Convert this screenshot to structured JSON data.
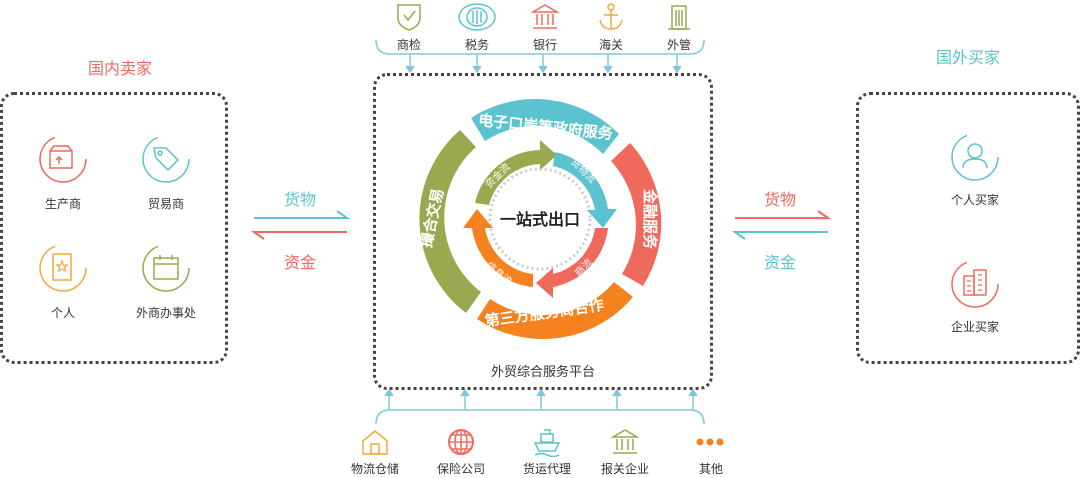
{
  "left": {
    "title": "国内卖家",
    "items": [
      {
        "label": "生产商",
        "icon": "shop-box-icon",
        "color": "#ef6a5c"
      },
      {
        "label": "贸易商",
        "icon": "tag-icon",
        "color": "#5bc3d0"
      },
      {
        "label": "个人",
        "icon": "document-star-icon",
        "color": "#f2a93b"
      },
      {
        "label": "外商办事处",
        "icon": "calendar-icon",
        "color": "#9aa84f"
      }
    ]
  },
  "right": {
    "title": "国外买家",
    "items": [
      {
        "label": "个人买家",
        "icon": "person-icon",
        "color": "#5bc3d0"
      },
      {
        "label": "企业买家",
        "icon": "buildings-icon",
        "color": "#ef6a5c"
      }
    ]
  },
  "top_agencies": [
    {
      "label": "商检",
      "icon": "shield-icon",
      "color": "#9aa84f"
    },
    {
      "label": "税务",
      "icon": "tax-emblem-icon",
      "color": "#5bc3d0"
    },
    {
      "label": "银行",
      "icon": "bank-icon",
      "color": "#ef6a5c"
    },
    {
      "label": "海关",
      "icon": "anchor-icon",
      "color": "#f2a93b"
    },
    {
      "label": "外管",
      "icon": "building-icon",
      "color": "#9aa84f"
    }
  ],
  "bottom_providers": [
    {
      "label": "物流仓储",
      "icon": "warehouse-icon",
      "color": "#f2a93b"
    },
    {
      "label": "保险公司",
      "icon": "globe-icon",
      "color": "#ef6a5c"
    },
    {
      "label": "货运代理",
      "icon": "ship-icon",
      "color": "#5bc3d0"
    },
    {
      "label": "报关企业",
      "icon": "bank-icon",
      "color": "#9aa84f"
    },
    {
      "label": "其他",
      "icon": "more-dots-icon",
      "color": "#f2a93b"
    }
  ],
  "left_flows": {
    "goods": "货物",
    "funds": "资金"
  },
  "right_flows": {
    "goods": "货物",
    "funds": "资金"
  },
  "center": {
    "platform_label": "外贸综合服务平台",
    "hub": "一站式出口",
    "outer_ring": {
      "top": "电子口岸等政府服务",
      "right": "金融服务",
      "bottom": "第三方服务商合作",
      "left": "撮合交易"
    },
    "inner_flows": {
      "funds": "资金流",
      "goods": "货物流",
      "commerce": "商流",
      "info": "信息流"
    }
  },
  "colors": {
    "teal": "#5bc3d0",
    "coral": "#ef6a5c",
    "orange": "#f5821f",
    "olive": "#9aa84f",
    "amber": "#f2a93b",
    "arrow_blue": "#7fc7e0"
  }
}
